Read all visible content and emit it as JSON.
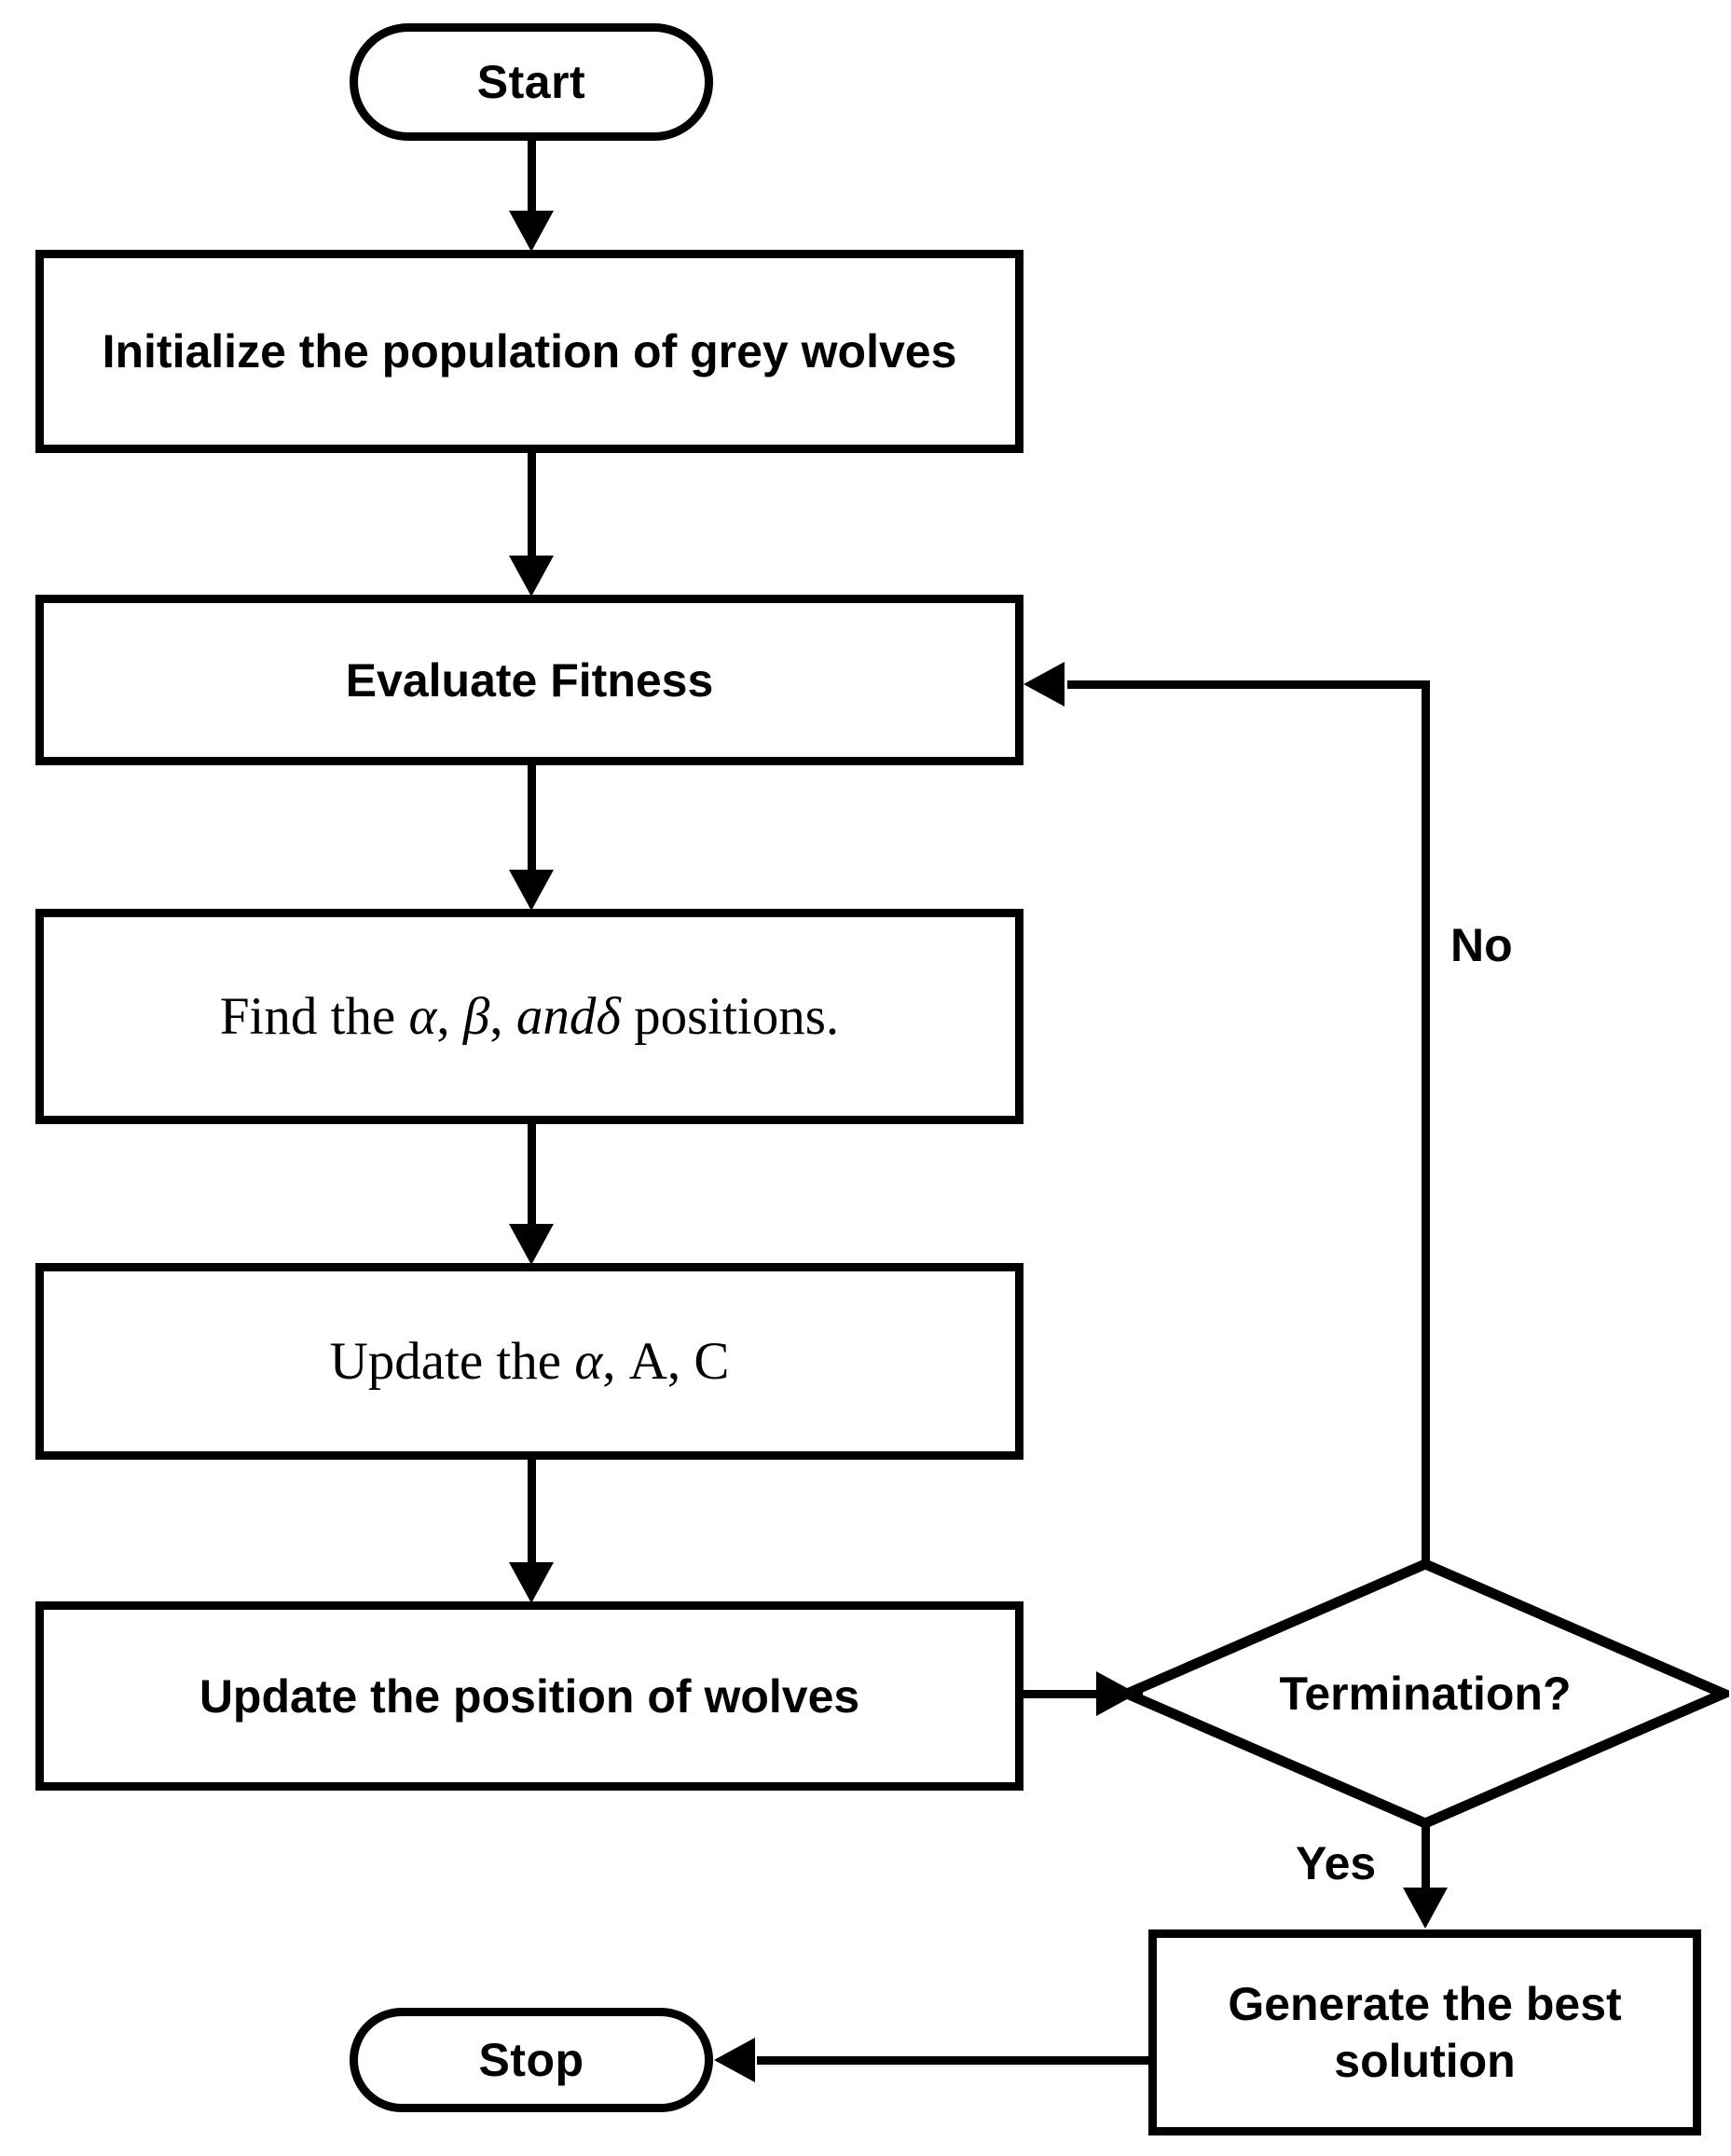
{
  "diagram": {
    "title": "Grey Wolf Optimizer flowchart",
    "type": "flowchart",
    "background": "#ffffff",
    "stroke": "#000000",
    "nodes": {
      "start": {
        "label": "Start",
        "shape": "terminator"
      },
      "initialize": {
        "label": "Initialize the population of grey wolves",
        "shape": "process"
      },
      "evaluate": {
        "label": "Evaluate Fitness",
        "shape": "process"
      },
      "find": {
        "shape": "process",
        "prefix": "Find the ",
        "alpha": "α",
        "sep1": ", ",
        "beta": "β",
        "sep2": ", ",
        "and": "and",
        "delta": "δ",
        "suffix": " positions.",
        "plain": "Find the α, β, andδ positions."
      },
      "update_params": {
        "shape": "process",
        "prefix": "Update the ",
        "alpha": "α",
        "suffix": ", A, C",
        "plain": "Update the α, A, C"
      },
      "update_positions": {
        "label": "Update the position of wolves",
        "shape": "process"
      },
      "termination": {
        "label": "Termination?",
        "shape": "decision"
      },
      "generate": {
        "label": "Generate the best solution",
        "shape": "process"
      },
      "stop": {
        "label": "Stop",
        "shape": "terminator"
      }
    },
    "edges": {
      "no": {
        "label": "No",
        "from": "termination",
        "to": "evaluate"
      },
      "yes": {
        "label": "Yes",
        "from": "termination",
        "to": "generate"
      }
    }
  }
}
